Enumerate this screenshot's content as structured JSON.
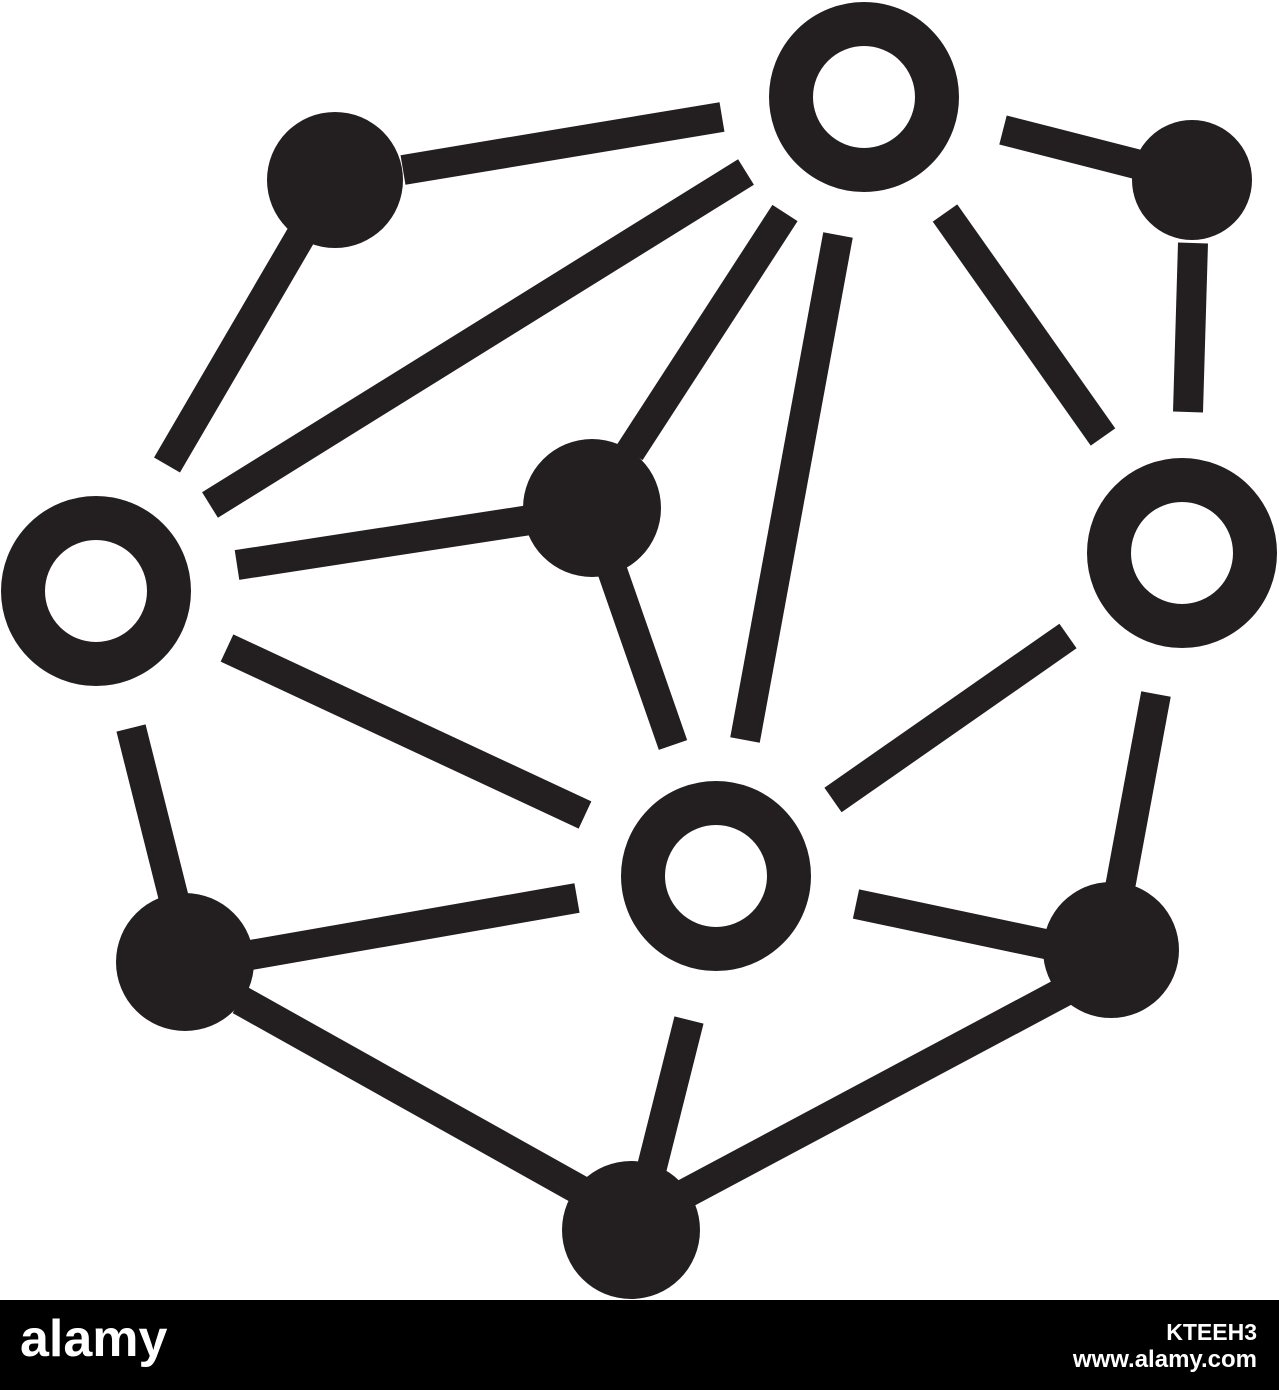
{
  "image": {
    "subject": "network-molecule-icon",
    "colors": {
      "foreground": "#231f20",
      "background": "#ffffff"
    }
  },
  "footer": {
    "brand": "alamy",
    "image_id": "KTEEH3",
    "site_url": "www.alamy.com",
    "colors": {
      "background": "#000000",
      "text": "#ffffff"
    }
  }
}
